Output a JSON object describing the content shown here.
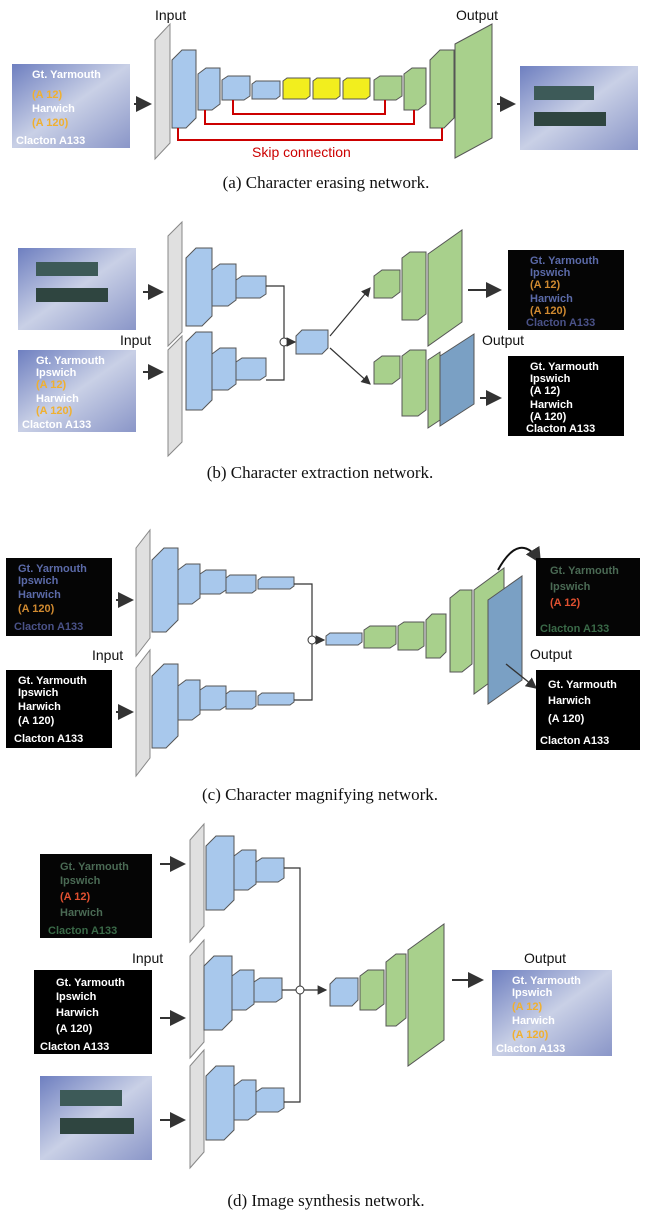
{
  "sign_text": {
    "line1": "Gt. Yarmouth",
    "line2": "Ipswich",
    "line3": "(A 12)",
    "line4": "Harwich",
    "line5": "(A 120)",
    "line6": "Clacton A133"
  },
  "panel_a": {
    "input_label": "Input",
    "output_label": "Output",
    "skip_label": "Skip connection",
    "caption": "(a) Character erasing network."
  },
  "panel_b": {
    "input_label": "Input",
    "output_label": "Output",
    "caption": "(b) Character extraction network."
  },
  "panel_c": {
    "input_label": "Input",
    "output_label": "Output",
    "caption": "(c) Character magnifying network."
  },
  "panel_d": {
    "input_label": "Input",
    "output_label": "Output",
    "caption": "(d) Image synthesis network."
  },
  "colors": {
    "encoder": "#a8c8ec",
    "bottleneck": "#f2ee1e",
    "decoder": "#a8d08c",
    "output_layer": "#7aa0c4",
    "input_layer": "#e0e0e0",
    "skip": "#cc0000"
  }
}
